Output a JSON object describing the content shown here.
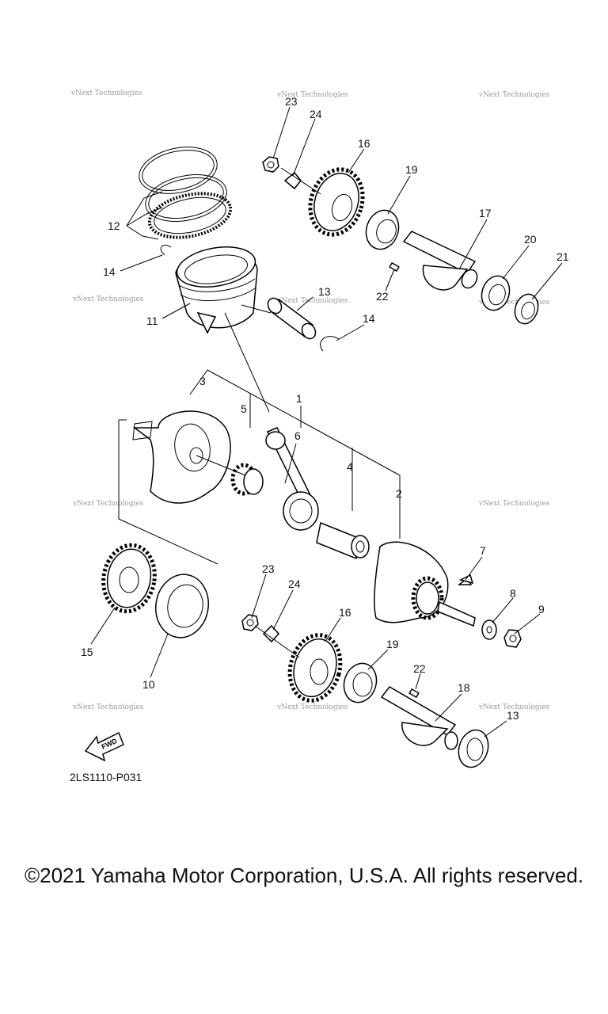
{
  "callouts": {
    "c1": "1",
    "c2": "2",
    "c3": "3",
    "c4": "4",
    "c5": "5",
    "c6": "6",
    "c7": "7",
    "c8": "8",
    "c9": "9",
    "c10": "10",
    "c11": "11",
    "c12": "12",
    "c13": "13",
    "c13b": "13",
    "c14a": "14",
    "c14b": "14",
    "c15": "15",
    "c16a": "16",
    "c16b": "16",
    "c17": "17",
    "c18": "18",
    "c19a": "19",
    "c19b": "19",
    "c20": "20",
    "c21": "21",
    "c22a": "22",
    "c22b": "22",
    "c23a": "23",
    "c23b": "23",
    "c24a": "24",
    "c24b": "24"
  },
  "watermark": "vNext Technologies",
  "fwd_label": "FWD",
  "diagram_code": "2LS1110-P031",
  "copyright": "©2021 Yamaha Motor Corporation, U.S.A. All rights reserved."
}
